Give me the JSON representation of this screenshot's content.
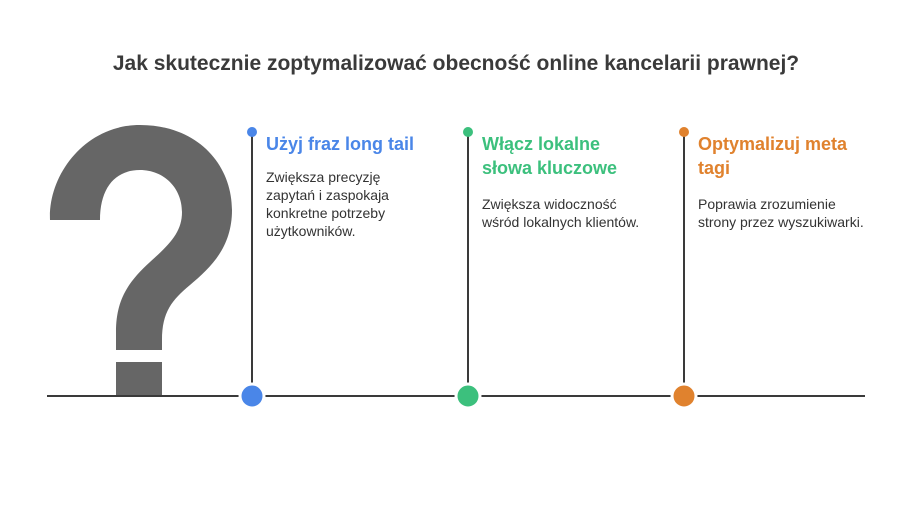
{
  "title": "Jak skutecznie zoptymalizować obecność online kancelarii prawnej?",
  "icon": "question-mark-icon",
  "colors": {
    "item1": "#4a86e8",
    "item2": "#3cc07d",
    "item3": "#e0822e",
    "line": "#3a3a3a",
    "question_mark": "#666666"
  },
  "items": [
    {
      "heading": "Użyj fraz long tail",
      "description": "Zwiększa precyzję zapytań i zaspokaja konkretne potrzeby użytkowników."
    },
    {
      "heading": "Włącz lokalne słowa kluczowe",
      "description": "Zwiększa widoczność wśród lokalnych klientów."
    },
    {
      "heading": "Optymalizuj meta tagi",
      "description": "Poprawia zrozumienie strony przez wyszukiwarki."
    }
  ]
}
